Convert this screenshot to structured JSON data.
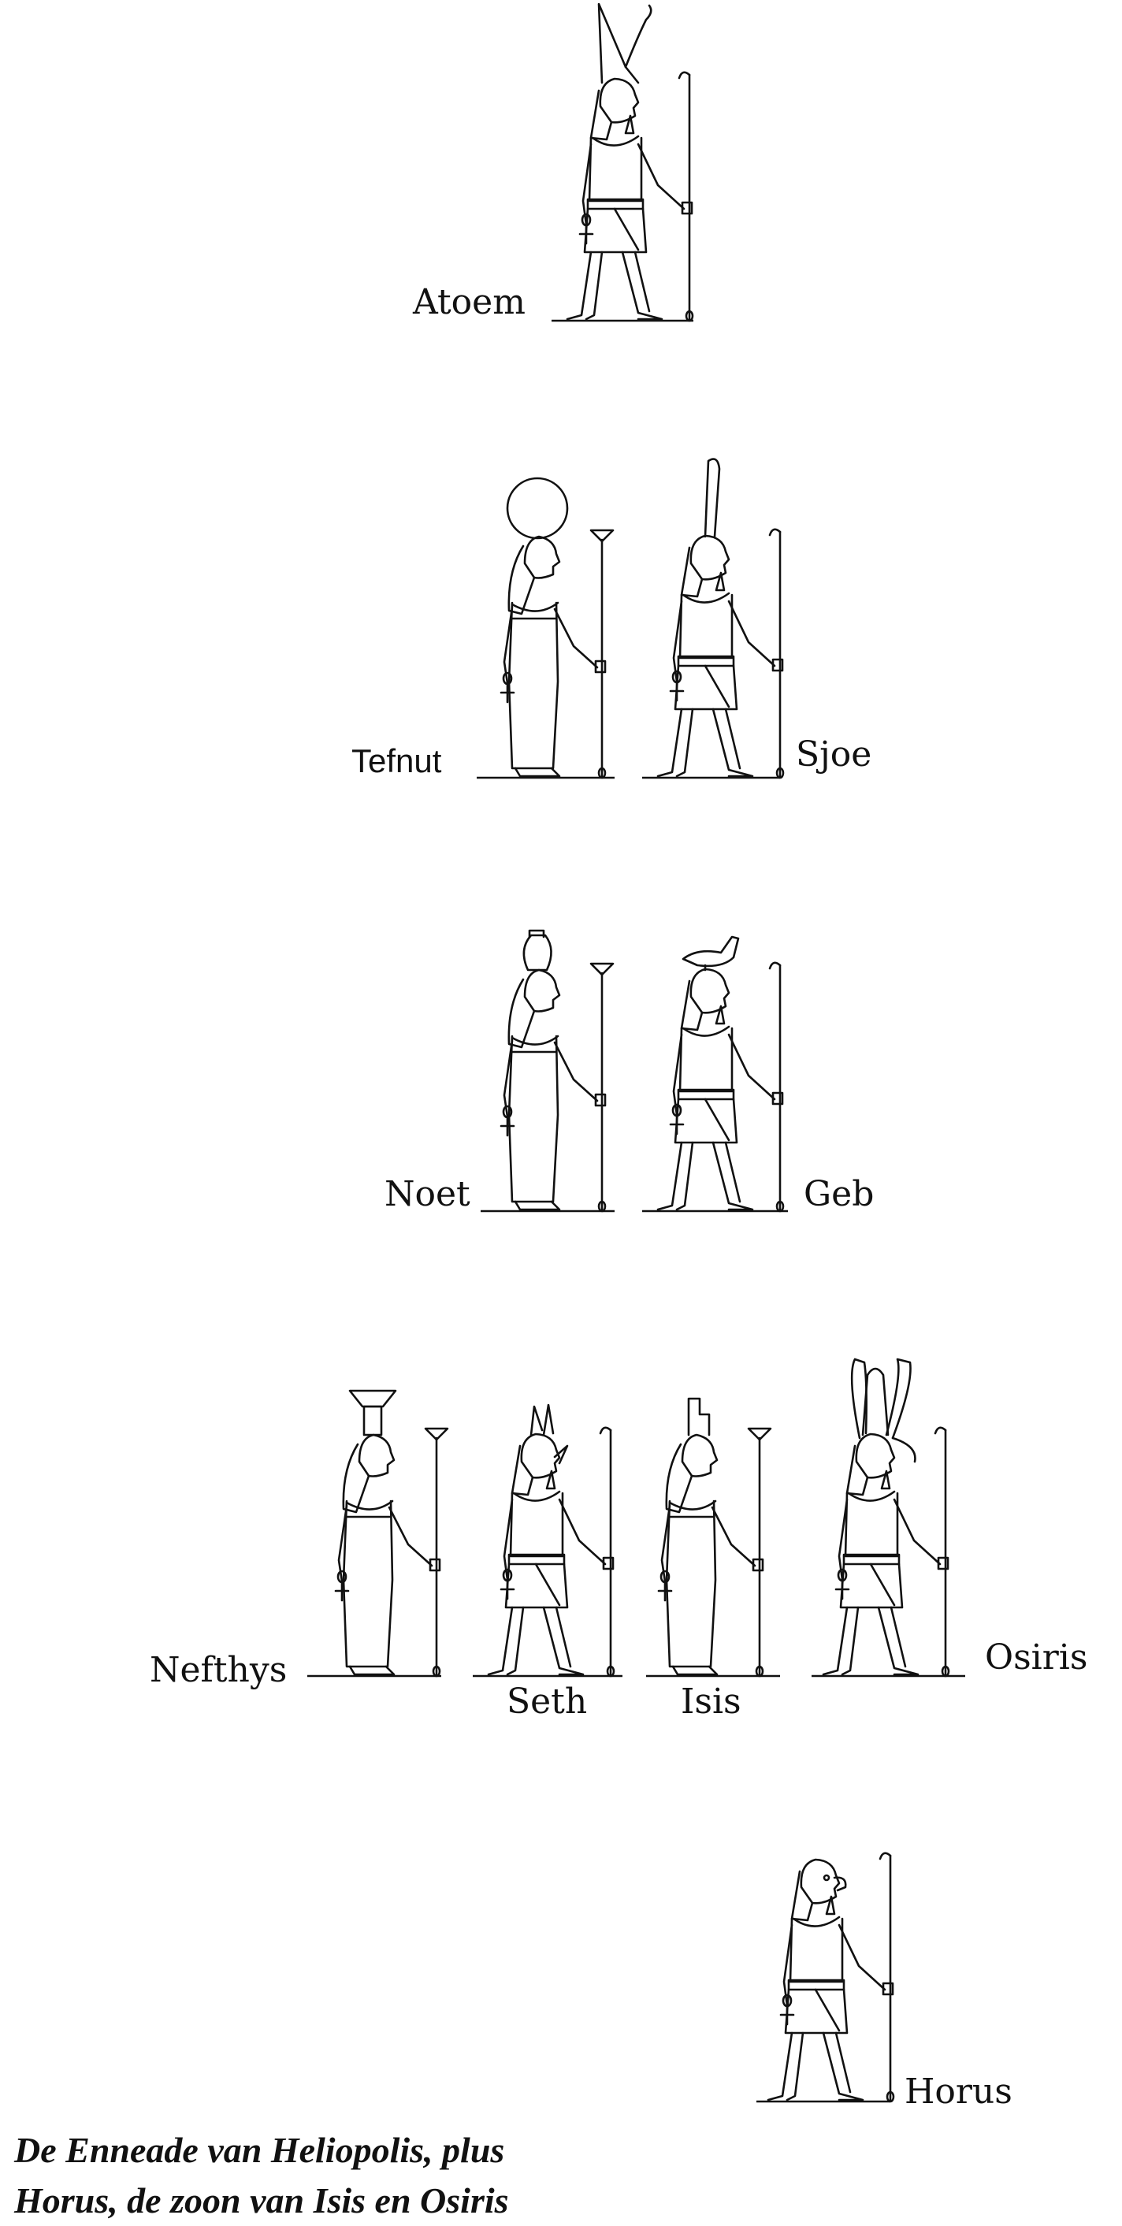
{
  "title": "",
  "figures": [
    {
      "id": "atoem",
      "label": "Atoem",
      "type": "male",
      "crown": "double-crown"
    },
    {
      "id": "tefnut",
      "label": "Tefnut",
      "type": "female",
      "crown": "sun-disk-lioness"
    },
    {
      "id": "sjoe",
      "label": "Sjoe",
      "type": "male",
      "crown": "feather"
    },
    {
      "id": "noet",
      "label": "Noet",
      "type": "female",
      "crown": "water-pot"
    },
    {
      "id": "geb",
      "label": "Geb",
      "type": "male",
      "crown": "goose"
    },
    {
      "id": "nefthys",
      "label": "Nefthys",
      "type": "female",
      "crown": "house-basket"
    },
    {
      "id": "seth",
      "label": "Seth",
      "type": "male",
      "crown": "seth-animal"
    },
    {
      "id": "isis",
      "label": "Isis",
      "type": "female",
      "crown": "throne"
    },
    {
      "id": "osiris",
      "label": "Osiris",
      "type": "male",
      "crown": "atef"
    },
    {
      "id": "horus",
      "label": "Horus",
      "type": "male",
      "crown": "falcon-head"
    }
  ],
  "caption": {
    "line1": "De Enneade van Heliopolis, plus",
    "line2": "Horus, de zoon van Isis en Osiris"
  },
  "colors": {
    "ink": "#111111",
    "background": "#ffffff"
  }
}
